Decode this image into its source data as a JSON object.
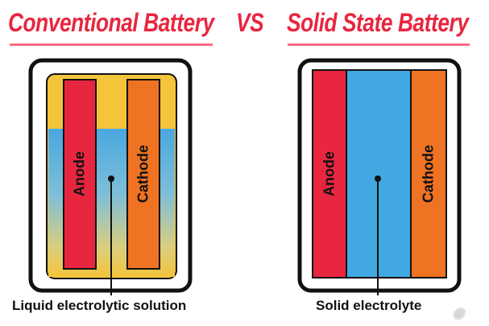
{
  "titles": {
    "left": "Conventional Battery",
    "vs": "VS",
    "right": "Solid State Battery"
  },
  "conventional": {
    "anode_label": "Anode",
    "cathode_label": "Cathode",
    "caption": "Liquid electrolytic solution"
  },
  "solid_state": {
    "anode_label": "Anode",
    "cathode_label": "Cathode",
    "caption": "Solid electrolyte"
  },
  "colors": {
    "title": "#e8263f",
    "anode": "#e8263f",
    "cathode": "#ef7322",
    "electrolyte_liquid": "#6fb6df",
    "electrolyte_solid": "#42a8e2",
    "casing_fill": "#f4c43b",
    "outline": "#111111"
  }
}
